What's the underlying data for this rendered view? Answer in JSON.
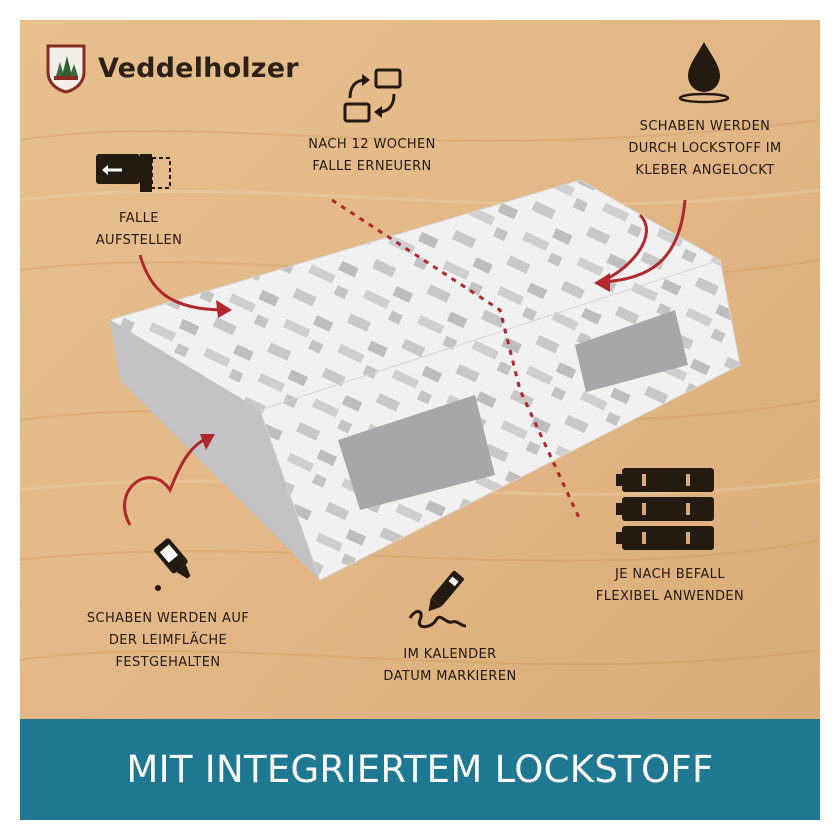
{
  "brand": {
    "name": "Veddelholzer"
  },
  "labels": {
    "renew": [
      "NACH 12 WOCHEN",
      "FALLE ERNEUERN"
    ],
    "lure": [
      "SCHABEN WERDEN",
      "DURCH LOCKSTOFF IM",
      "KLEBER ANGELOCKT"
    ],
    "setup": [
      "FALLE",
      "AUFSTELLEN"
    ],
    "glue": [
      "SCHABEN WERDEN AUF",
      "DER LEIMFLÄCHE",
      "FESTGEHALTEN"
    ],
    "calendar": [
      "IM KALENDER",
      "DATUM MARKIEREN"
    ],
    "flexible": [
      "JE NACH BEFALL",
      "FLEXIBEL ANWENDEN"
    ]
  },
  "banner": {
    "text": "MIT INTEGRIERTEM LOCKSTOFF"
  },
  "icons": {
    "logo": "forest-shield-icon",
    "renew": "swap-arrows-icon",
    "lure": "drop-icon",
    "setup": "trap-insert-icon",
    "glue": "glue-bottle-icon",
    "calendar": "pen-signature-icon",
    "flexible": "battery-stack-icon"
  },
  "colors": {
    "accent_red": "#b0282c",
    "banner": "#1e7891",
    "text": "#231a12"
  }
}
